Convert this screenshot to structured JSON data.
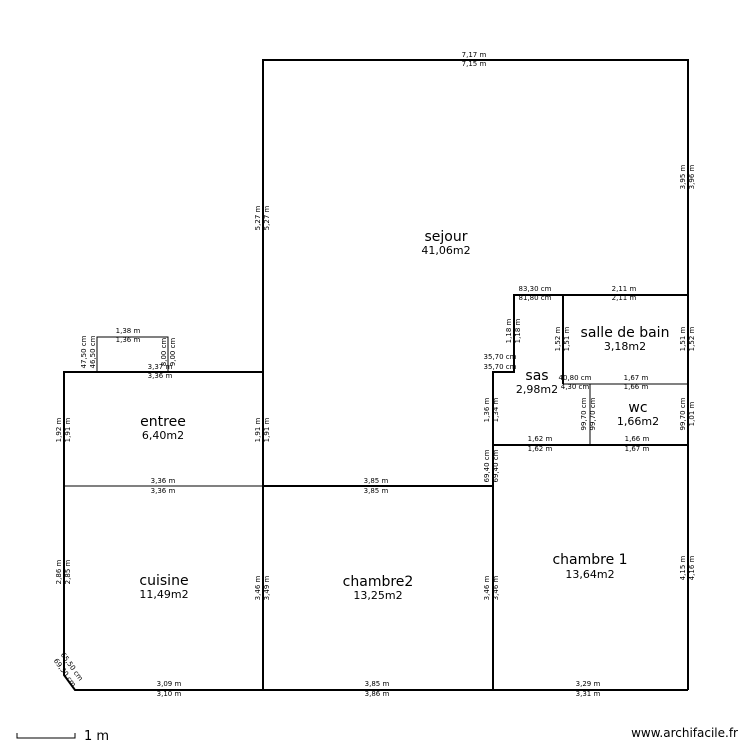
{
  "rooms": {
    "sejour": {
      "name": "sejour",
      "area": "41,06m2"
    },
    "entree": {
      "name": "entree",
      "area": "6,40m2"
    },
    "cuisine": {
      "name": "cuisine",
      "area": "11,49m2"
    },
    "chambre2": {
      "name": "chambre2",
      "area": "13,25m2"
    },
    "chambre1": {
      "name": "chambre 1",
      "area": "13,64m2"
    },
    "sas": {
      "name": "sas",
      "area": "2,98m2"
    },
    "salle_de_bain": {
      "name": "salle de bain",
      "area": "3,18m2"
    },
    "wc": {
      "name": "wc",
      "area": "1,66m2"
    }
  },
  "dimensions": {
    "top_outer": "7,17 m",
    "top_inner": "7,15 m",
    "sejour_left_a": "5,27 m",
    "sejour_left_b": "5,27 m",
    "right_upper_a": "3,95 m",
    "right_upper_b": "3,96 m",
    "bath_top_83": "83,30 cm",
    "bath_top_81": "81,80 cm",
    "bath_top_211a": "2,11 m",
    "bath_top_211b": "2,11 m",
    "small_top_a": "1,38 m",
    "small_top_b": "1,36 m",
    "small_left_a": "47,50 cm",
    "small_left_b": "46,50 cm",
    "small_right_a": "8,00 cm",
    "small_right_b": "9,00 cm",
    "entree_top_a": "3,37 m",
    "entree_top_b": "3,36 m",
    "entree_left_a": "1,92 m",
    "entree_left_b": "1,91 m",
    "entree_right_a": "1,91 m",
    "entree_right_b": "1,91 m",
    "cuisine_top_a": "3,36 m",
    "cuisine_top_b": "3,36 m",
    "chambre2_top_a": "3,85 m",
    "chambre2_top_b": "3,85 m",
    "sas_118a": "1,18 m",
    "sas_118b": "1,18 m",
    "bath_left_a": "1,52 m",
    "bath_left_b": "1,51 m",
    "bath_right_a": "1,51 m",
    "bath_right_b": "1,52 m",
    "sas_357a": "35,70 cm",
    "sas_357b": "35,70 cm",
    "wc_top_408": "40,80 cm",
    "wc_top_439": "4,30 cm",
    "wc_top_167": "1,67 m",
    "wc_top_166": "1,66 m",
    "sas_left_a": "1,36 m",
    "sas_left_b": "1,34 m",
    "wc_left_a": "99,70 cm",
    "wc_left_b": "99,70 cm",
    "wc_right_a": "99,70 cm",
    "wc_right_b": "1,01 m",
    "sas_bottom_a": "1,62 m",
    "sas_bottom_b": "1,62 m",
    "wc_bottom_a": "1,66 m",
    "wc_bottom_b": "1,67 m",
    "ch1_left_694a": "69,40 cm",
    "ch1_left_694b": "69,40 cm",
    "cuisine_left_a": "2,86 m",
    "cuisine_left_b": "2,85 m",
    "cuisine_right_a": "3,46 m",
    "cuisine_right_b": "3,49 m",
    "ch2_right_a": "3,46 m",
    "ch2_right_b": "3,46 m",
    "ch1_right_a": "4,15 m",
    "ch1_right_b": "4,16 m",
    "diag_a": "65,50 cm",
    "diag_b": "69,30 cm",
    "bottom_cuisine_a": "3,09 m",
    "bottom_cuisine_b": "3,10 m",
    "bottom_ch2_a": "3,85 m",
    "bottom_ch2_b": "3,86 m",
    "bottom_ch1_a": "3,29 m",
    "bottom_ch1_b": "3,31 m"
  },
  "scale_label": "1 m",
  "credit": "www.archifacile.fr"
}
